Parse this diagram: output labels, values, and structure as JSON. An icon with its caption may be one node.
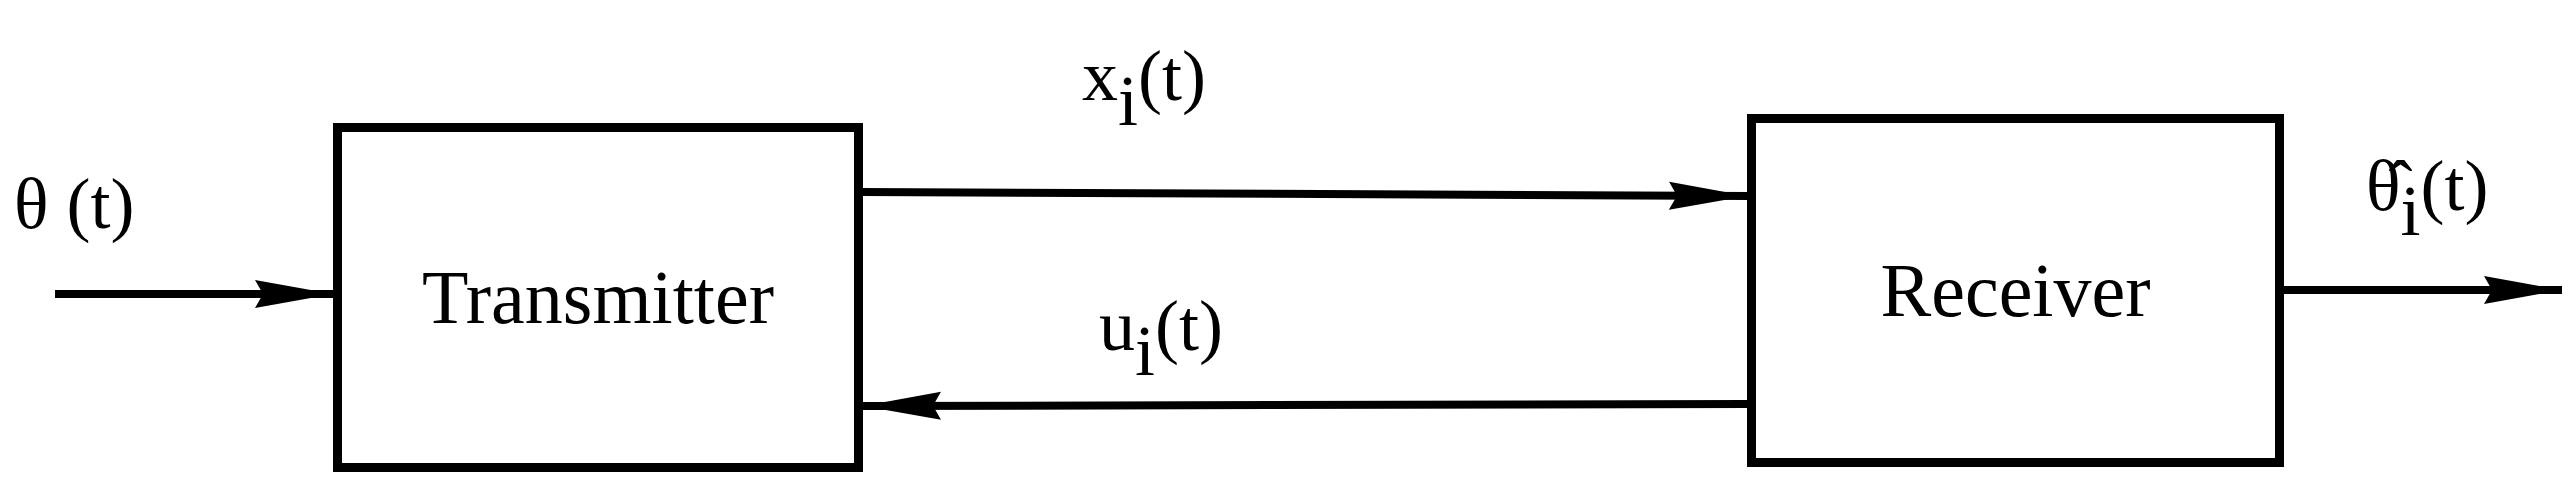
{
  "diagram": {
    "nodes": [
      {
        "text": [
          "Transmitter"
        ]
      },
      {
        "text": [
          "Receiver"
        ]
      }
    ],
    "edges": [
      {
        "from": null,
        "to": 0,
        "arrow": "to",
        "label": "θ (t)"
      },
      {
        "from": 0,
        "to": 1,
        "arrow": "to",
        "label": "x$_{i}$(t)"
      },
      {
        "from": 1,
        "to": 0,
        "arrow": "to",
        "label": "u$_{i}$(t)"
      },
      {
        "from": 1,
        "to": null,
        "arrow": "to",
        "label": "θ̂$_{i}$(t)"
      }
    ]
  }
}
